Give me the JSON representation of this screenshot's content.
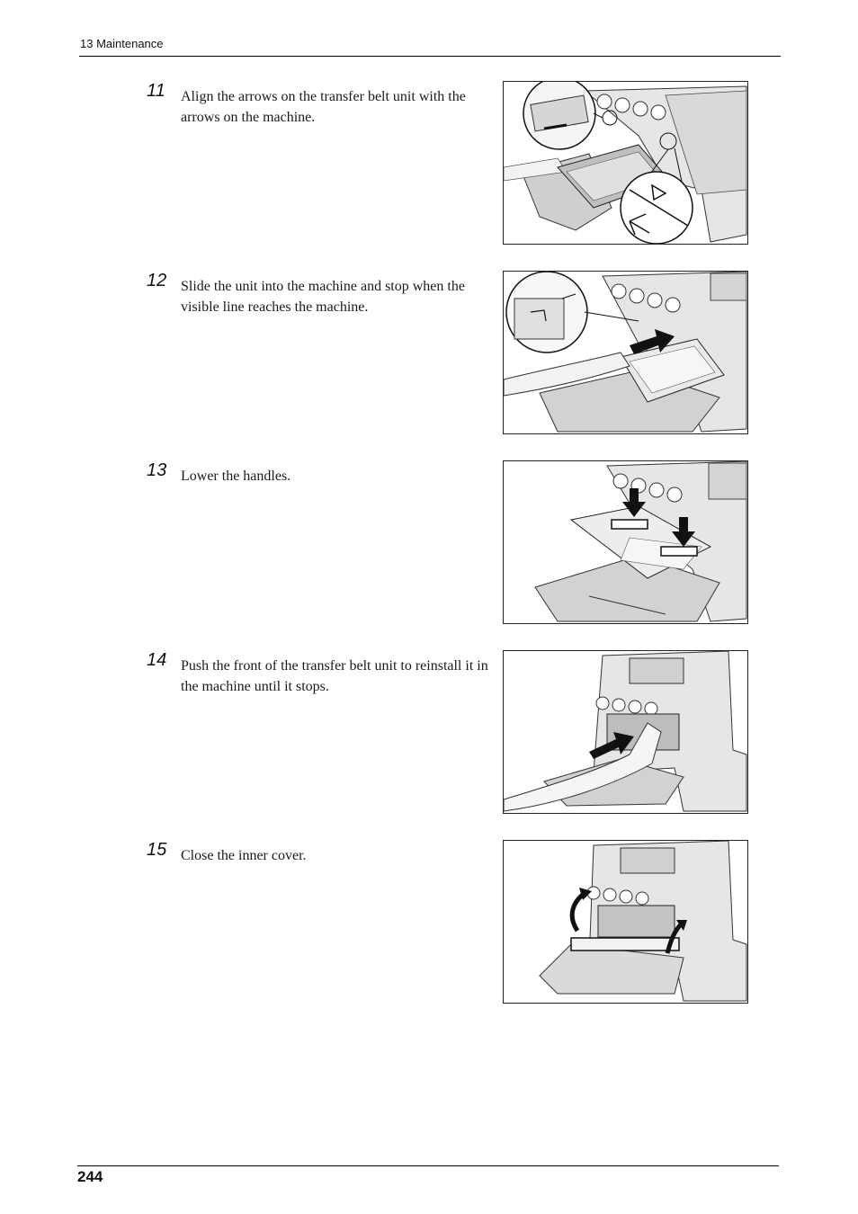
{
  "header": {
    "section": "13 Maintenance"
  },
  "steps": [
    {
      "number": "11",
      "text": "Align the arrows on the transfer belt unit with the arrows on the machine."
    },
    {
      "number": "12",
      "text": "Slide the unit into the machine and stop when the visible line reaches the machine."
    },
    {
      "number": "13",
      "text": "Lower the handles."
    },
    {
      "number": "14",
      "text": "Push the front of the transfer belt unit to reinstall it in the machine until it stops."
    },
    {
      "number": "15",
      "text": "Close the inner cover."
    }
  ],
  "footer": {
    "page_number": "244"
  }
}
